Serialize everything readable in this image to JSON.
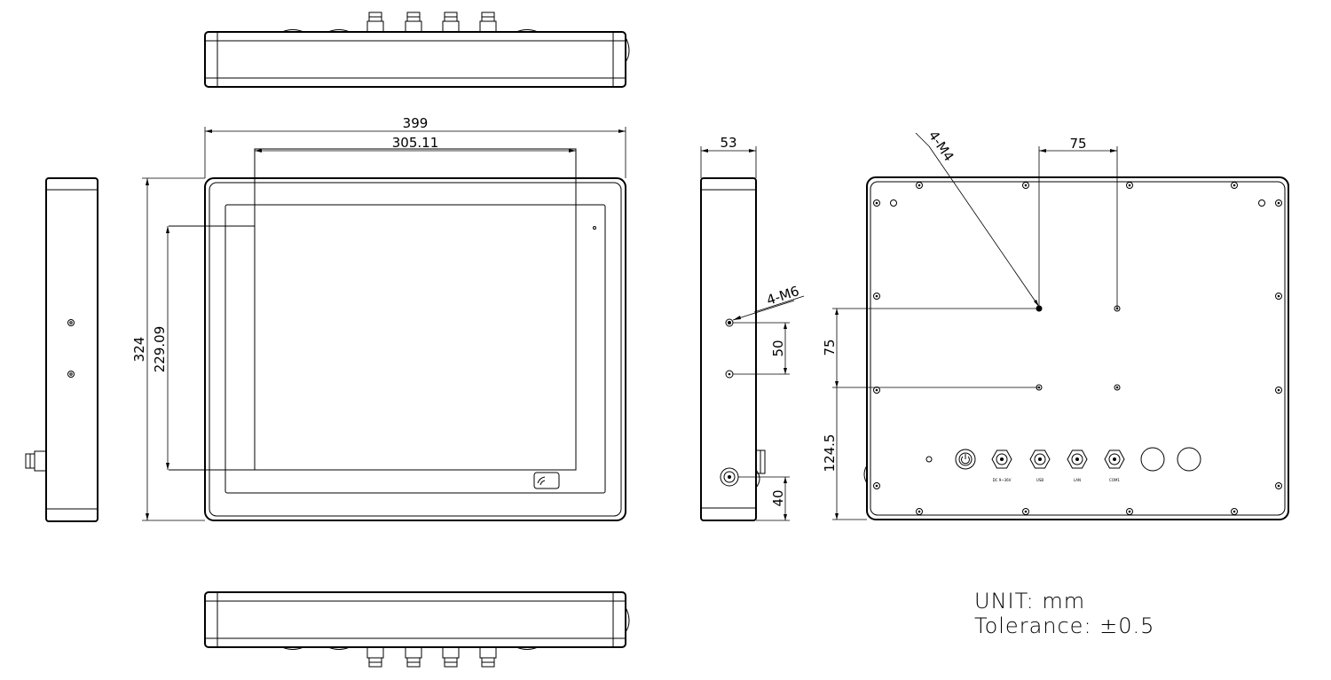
{
  "dimensions": {
    "overall_width": "399",
    "active_width": "305.11",
    "overall_height": "324",
    "active_height": "229.09",
    "depth": "53",
    "side_screw_label": "4-M6",
    "side_screw_spacing": "50",
    "side_connector_offset": "40",
    "vesa_horizontal": "75",
    "rear_screw_label": "4-M4",
    "vesa_vertical": "75",
    "vesa_bottom_offset": "124.5"
  },
  "connectors": [
    "DC 9~36V",
    "USB",
    "LAN",
    "COM1"
  ],
  "notes": {
    "unit": "UNIT: mm",
    "tolerance": "Tolerance: ±0.5"
  }
}
